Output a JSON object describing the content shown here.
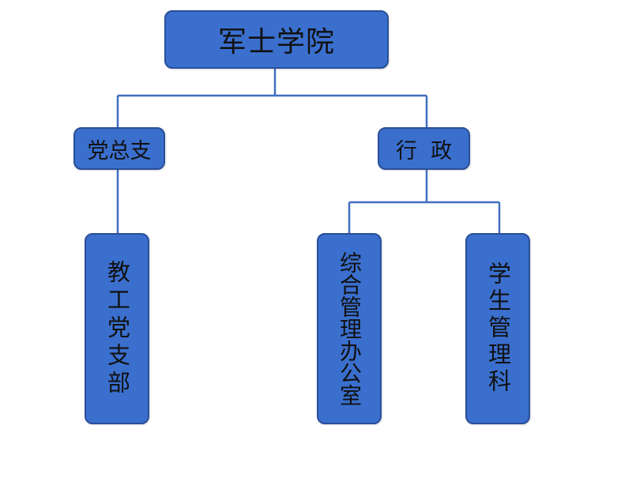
{
  "org_chart": {
    "root": {
      "label": "军士学院"
    },
    "branches": [
      {
        "label": "党总支"
      },
      {
        "label": "行  政"
      }
    ],
    "leaves": [
      {
        "label": "教工党支部"
      },
      {
        "label": "综合管理办公室"
      },
      {
        "label": "学生管理科"
      }
    ],
    "colors": {
      "node_fill": "#3a6fcd",
      "node_border": "#2a4f9a",
      "connector": "#3f6fc0",
      "text": "#111111"
    }
  }
}
